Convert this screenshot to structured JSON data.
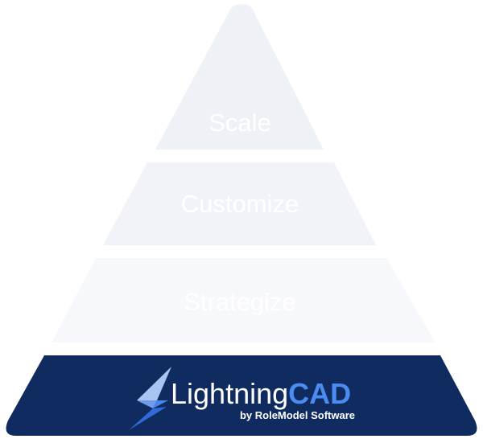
{
  "pyramid": {
    "tiers": [
      {
        "label": "Scale",
        "fill": "#eef1f6"
      },
      {
        "label": "Customize",
        "fill": "#f1f3f8"
      },
      {
        "label": "Strategize",
        "fill": "#f6f8fb"
      }
    ],
    "base": {
      "fill": "#102b60",
      "logo_icon": "lightning-bolt-icon",
      "brand_light": "Lightning",
      "brand_bold": "CAD",
      "brand_light_color": "#ffffff",
      "brand_bold_color": "#4a8cf0",
      "subtitle": "by RoleModel Software"
    }
  }
}
